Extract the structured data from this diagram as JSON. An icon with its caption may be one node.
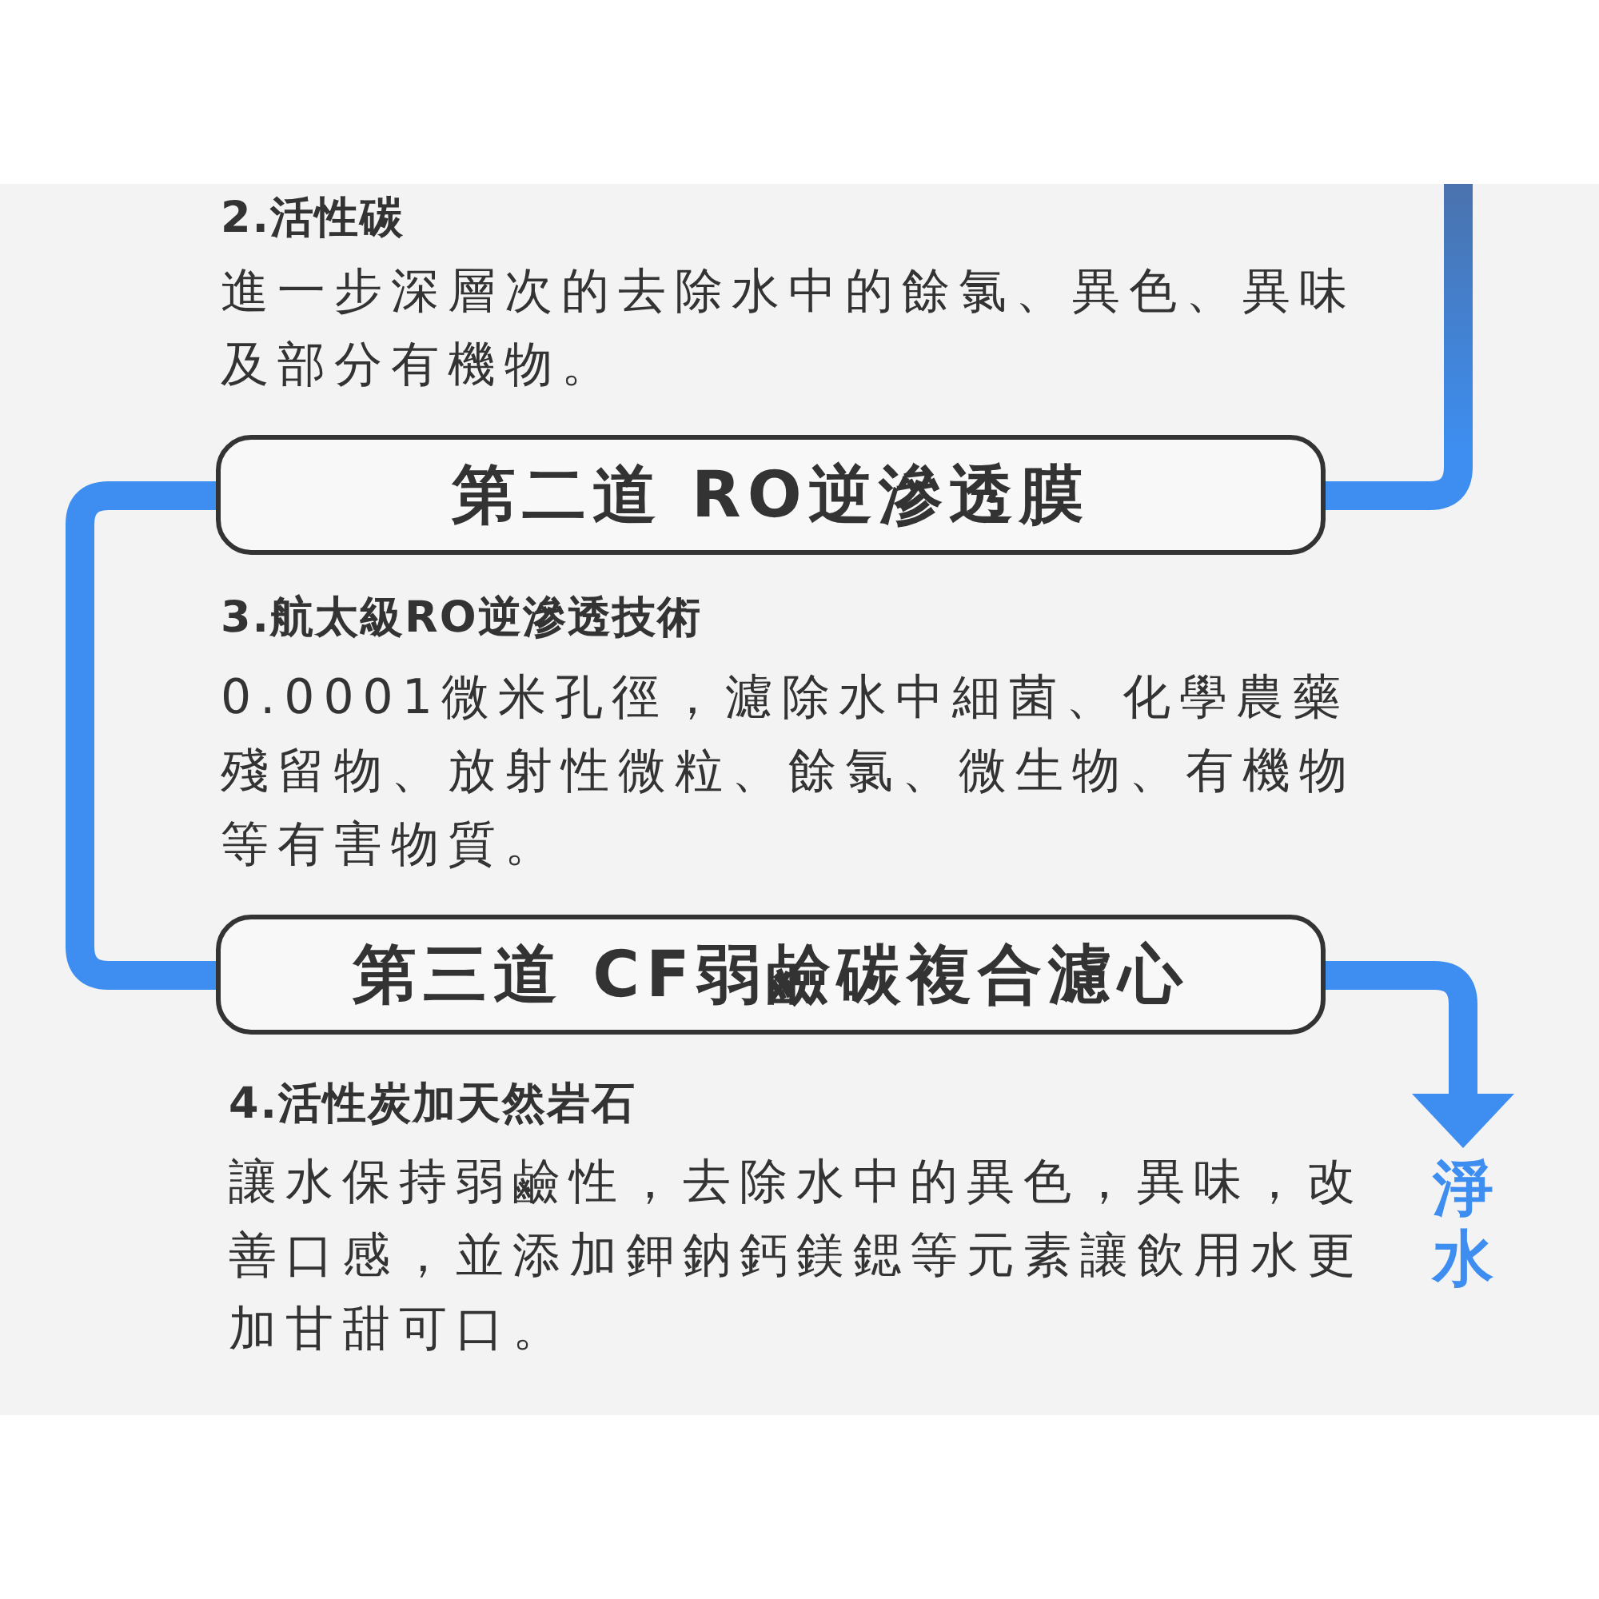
{
  "diagram": {
    "nodes": [
      {
        "text": [
          "第二道 RO逆滲透膜"
        ]
      },
      {
        "text": [
          "第三道 CF弱鹼碳複合濾心"
        ]
      },
      {
        "text": [
          "淨水"
        ]
      }
    ],
    "edges": [
      {
        "from": null,
        "to": 0,
        "arrow": "none"
      },
      {
        "from": 0,
        "to": 1,
        "arrow": "none"
      },
      {
        "from": 1,
        "to": 2,
        "arrow": "to"
      }
    ],
    "labels": [
      "2.活性碳",
      "進一步深層次的去除水中的餘氯、異色、異味及部分有機物。",
      "3.航太級RO逆滲透技術",
      "0.0001微米孔徑，濾除水中細菌、化學農藥殘留物、放射性微粒、餘氯、微生物、有機物等有害物質。",
      "4.活性炭加天然岩石",
      "讓水保持弱鹼性，去除水中的異色，異味，改善口感，並添加鉀鈉鈣鎂鍶等元素讓飲用水更加甘甜可口。"
    ]
  }
}
